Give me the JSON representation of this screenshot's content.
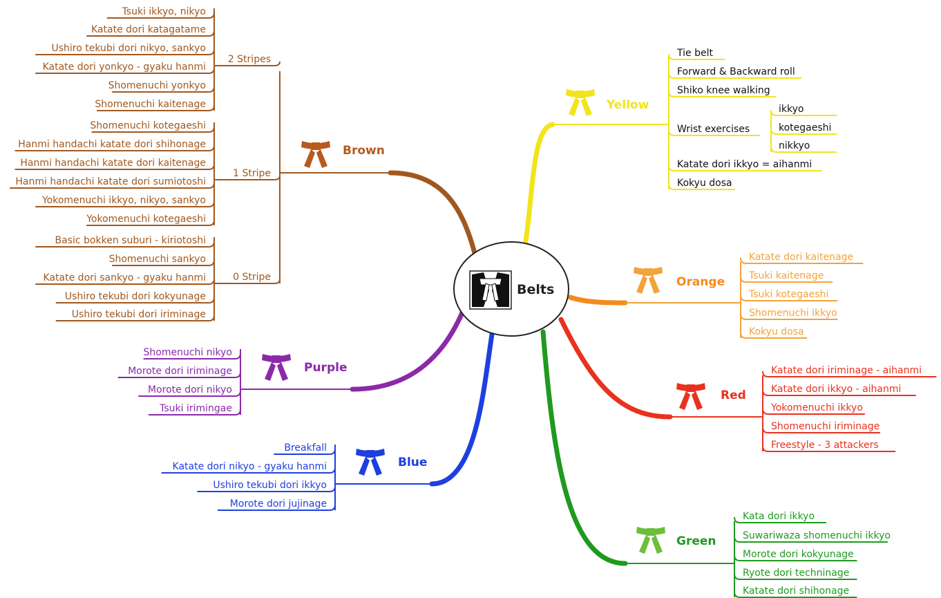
{
  "center": {
    "title": "Belts"
  },
  "branches": [
    {
      "id": "brown",
      "title": "Brown",
      "color": "#b65a1f",
      "icon": "belt-icon",
      "groups": [
        {
          "title": "2 Stripes",
          "items": [
            "Tsuki ikkyo, nikyo",
            "Katate dori katagatame",
            "Ushiro tekubi dori nikyo, sankyo",
            "Katate dori yonkyo - gyaku hanmi",
            "Shomenuchi yonkyo",
            "Shomenuchi kaitenage"
          ]
        },
        {
          "title": "1 Stripe",
          "items": [
            "Shomenuchi kotegaeshi",
            "Hanmi handachi katate dori shihonage",
            "Hanmi handachi katate dori kaitenage",
            "Hanmi handachi katate dori sumiotoshi",
            "Yokomenuchi ikkyo, nikyo, sankyo",
            "Yokomenuchi kotegaeshi"
          ]
        },
        {
          "title": "0 Stripe",
          "items": [
            "Basic bokken suburi - kiriotoshi",
            "Shomenuchi sankyo",
            "Katate dori sankyo - gyaku hanmi",
            "Ushiro tekubi dori kokyunage",
            "Ushiro tekubi dori iriminage"
          ]
        }
      ]
    },
    {
      "id": "yellow",
      "title": "Yellow",
      "color": "#f2e41c",
      "icon": "belt-icon",
      "items": [
        "Tie belt",
        "Forward & Backward roll",
        "Shiko knee walking",
        "Wrist exercises",
        "Katate dori ikkyo = aihanmi",
        "Kokyu dosa"
      ],
      "wrist_subitems": [
        "ikkyo",
        "kotegaeshi",
        "nikkyo"
      ]
    },
    {
      "id": "orange",
      "title": "Orange",
      "color": "#f2a33a",
      "icon": "belt-icon",
      "items": [
        "Katate dori kaitenage",
        "Tsuki kaitenage",
        "Tsuki kotegaeshi",
        "Shomenuchi ikkyo",
        "Kokyu dosa"
      ]
    },
    {
      "id": "red",
      "title": "Red",
      "color": "#e8321e",
      "icon": "belt-icon",
      "items": [
        "Katate dori iriminage - aihanmi",
        "Katate dori ikkyo - aihanmi",
        "Yokomenuchi ikkyo",
        "Shomenuchi iriminage",
        "Freestyle - 3 attackers"
      ]
    },
    {
      "id": "green",
      "title": "Green",
      "color": "#1f9a1f",
      "icon": "belt-icon",
      "items": [
        "Kata dori ikkyo",
        "Suwariwaza shomenuchi ikkyo",
        "Morote dori kokyunage",
        "Ryote dori techninage",
        "Katate dori shihonage"
      ]
    },
    {
      "id": "blue",
      "title": "Blue",
      "color": "#1e3fe0",
      "icon": "belt-icon",
      "items": [
        "Breakfall",
        "Katate dori nikyo - gyaku hanmi",
        "Ushiro tekubi dori ikkyo",
        "Morote dori jujinage"
      ]
    },
    {
      "id": "purple",
      "title": "Purple",
      "color": "#8a2aa8",
      "icon": "belt-icon",
      "items": [
        "Shomenuchi nikyo",
        "Morote dori iriminage",
        "Morote dori nikyo",
        "Tsuki irimingae"
      ]
    }
  ]
}
